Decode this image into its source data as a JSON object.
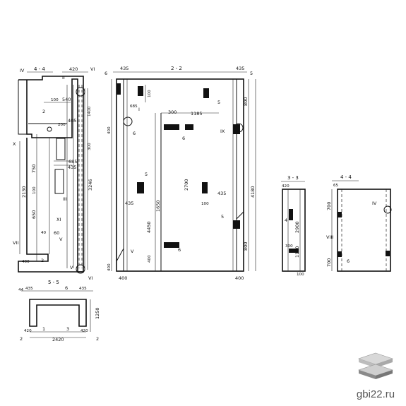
{
  "drawing": {
    "views": [
      {
        "key": "v44",
        "title": "4 - 4"
      },
      {
        "key": "v22",
        "title": "2 - 2"
      },
      {
        "key": "v33",
        "title": "3 - 3"
      },
      {
        "key": "v44b",
        "title": "4 - 4"
      },
      {
        "key": "v55",
        "title": "5 - 5"
      }
    ],
    "callouts": [
      "I",
      "II",
      "III",
      "IV",
      "V",
      "VI",
      "VII",
      "VIII",
      "IX",
      "X",
      "XI"
    ],
    "marks": [
      "1",
      "2",
      "3",
      "4",
      "5",
      "6"
    ],
    "dims": {
      "d420": "420",
      "d435": "435",
      "d540": "540",
      "d405": "405",
      "d685": "685",
      "d1185": "1185",
      "d300": "300",
      "d800": "800",
      "d2700": "2700",
      "d1650": "1650",
      "d4450": "4450",
      "d4180": "4180",
      "d2130": "2130",
      "d3246": "3246",
      "d2420": "2420",
      "d1250": "1250",
      "d1400": "1400",
      "d2900": "2900",
      "d650": "650",
      "d750": "750",
      "d700": "700",
      "d100": "100",
      "d200": "200",
      "d400": "400",
      "d60": "60",
      "d40": "40",
      "d65": "65",
      "d44": "44",
      "d1100": "1100"
    }
  },
  "watermark": {
    "text": "gbi22.ru"
  }
}
